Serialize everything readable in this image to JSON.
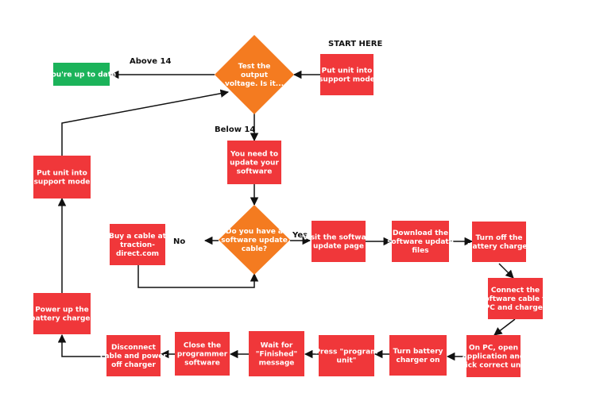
{
  "colors": {
    "box": "#f0373a",
    "decision": "#f47b20",
    "done": "#1bb35a",
    "line": "#111111",
    "text": "#ffffff"
  },
  "labels": {
    "start": "START HERE",
    "above": "Above 14",
    "below": "Below 14",
    "no": "No",
    "yes": "Yes"
  },
  "nodes": {
    "up_to_date": {
      "lines": [
        "You're up to date"
      ]
    },
    "test_voltage": {
      "lines": [
        "Test the",
        "output",
        "voltage. Is it..."
      ]
    },
    "support_mode_1": {
      "lines": [
        "Put unit into",
        "support mode"
      ]
    },
    "need_update": {
      "lines": [
        "You need to",
        "update your",
        "software"
      ]
    },
    "support_mode_2": {
      "lines": [
        "Put unit into",
        "support mode"
      ]
    },
    "have_cable": {
      "lines": [
        "Do you have a",
        "software update",
        "cable?"
      ]
    },
    "buy_cable": {
      "lines": [
        "Buy a cable at",
        "traction-",
        "direct.com"
      ]
    },
    "visit_page": {
      "lines": [
        "Visit the software",
        "update page"
      ]
    },
    "download_files": {
      "lines": [
        "Download the",
        "software update",
        "files"
      ]
    },
    "turn_off": {
      "lines": [
        "Turn off the",
        "battery charger"
      ]
    },
    "connect_cable": {
      "lines": [
        "Connect the",
        "software cable to",
        "PC and charger"
      ]
    },
    "open_app": {
      "lines": [
        "On PC, open",
        "application and",
        "pick correct unit"
      ]
    },
    "turn_on": {
      "lines": [
        "Turn battery",
        "charger on"
      ]
    },
    "press_program": {
      "lines": [
        "Press \"program",
        "unit\""
      ]
    },
    "wait_finished": {
      "lines": [
        "Wait for",
        "\"Finished\"",
        "message"
      ]
    },
    "close_software": {
      "lines": [
        "Close the",
        "programmer",
        "software"
      ]
    },
    "disconnect": {
      "lines": [
        "Disconnect",
        "cable and power",
        "off charger"
      ]
    },
    "power_up": {
      "lines": [
        "Power up the",
        "battery charger"
      ]
    }
  }
}
